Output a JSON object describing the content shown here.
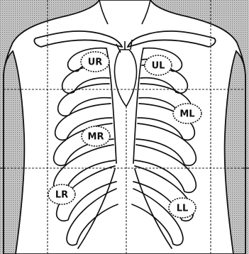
{
  "diagram": {
    "zones": [
      {
        "id": "ur",
        "label": "UR"
      },
      {
        "id": "ul",
        "label": "UL"
      },
      {
        "id": "ml",
        "label": "ML"
      },
      {
        "id": "mr",
        "label": "MR"
      },
      {
        "id": "lr",
        "label": "LR"
      },
      {
        "id": "ll",
        "label": "LL"
      }
    ],
    "colors": {
      "ink": "#111111",
      "shade": "#b8b8b8",
      "grid": "#222222",
      "background": "#ffffff"
    }
  }
}
